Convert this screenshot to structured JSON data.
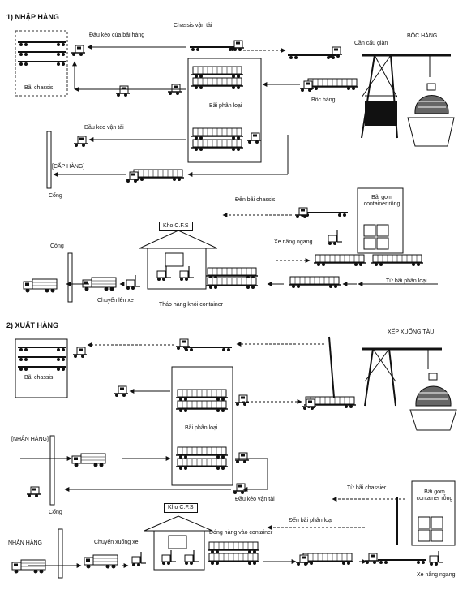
{
  "import": {
    "heading": "1) NHẬP HÀNG",
    "tractor_yard": "Đầu kéo của bãi hàng",
    "chassis_transport": "Chassis vận tải",
    "unload": "BỐC HÀNG",
    "gantry_crane": "Cần cẩu giàn",
    "chassis_yard": "Bãi chassis",
    "sorting_yard": "Bãi phân loại",
    "unloading": "Bốc hàng",
    "tractor_transport": "Đầu kéo vận tải",
    "deliver": "[CẤP HÀNG]",
    "gate": "Cổng",
    "to_chassis_yard": "Đến bãi chassis",
    "empty_yard": "Bãi gom container rỗng",
    "cfs": "Kho C.F.S",
    "forklift": "Xe nâng ngang",
    "gate2": "Cổng",
    "from_sorting": "Từ bãi phân loại",
    "load_truck": "Chuyển lên xe",
    "unstuff": "Tháo hàng khỏi container"
  },
  "export": {
    "heading": "2) XUẤT HÀNG",
    "load_ship": "XẾP XUỐNG TÀU",
    "chassis_yard": "Bãi chassis",
    "sorting_yard": "Bãi phân loại",
    "receive": "[NHẬN HÀNG]",
    "gate": "Cổng",
    "tractor_transport": "Đầu kéo vận tải",
    "from_chassis": "Từ bãi chassier",
    "empty_yard": "Bãi gom container rỗng",
    "cfs": "Kho C.F.S",
    "to_sorting": "Đến bãi phân loại",
    "receive2": "NHẬN HÀNG",
    "unload_truck": "Chuyển xuống xe",
    "stuff": "Đóng hàng vào container",
    "forklift": "Xe nâng ngang"
  }
}
